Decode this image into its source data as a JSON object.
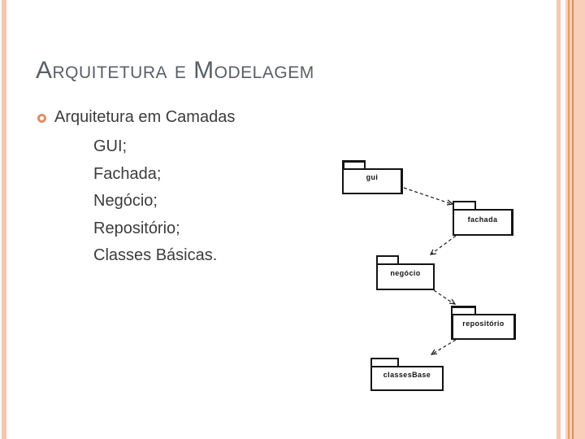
{
  "slide": {
    "title": "Arquitetura e Modelagem",
    "bullet_text": "Arquitetura em Camadas",
    "sub_items": [
      "GUI;",
      "Fachada;",
      "Negócio;",
      "Repositório;",
      "Classes Básicas."
    ]
  },
  "diagram": {
    "type": "uml-package-diagram",
    "packages": [
      {
        "name": "gui"
      },
      {
        "name": "fachada"
      },
      {
        "name": "negócio"
      },
      {
        "name": "repositório"
      },
      {
        "name": "classesBase"
      }
    ],
    "connections": [
      {
        "from": "gui",
        "to": "fachada",
        "style": "dashed-arrow"
      },
      {
        "from": "fachada",
        "to": "negócio",
        "style": "dashed-arrow"
      },
      {
        "from": "negócio",
        "to": "repositório",
        "style": "dashed-arrow"
      },
      {
        "from": "repositório",
        "to": "classesBase",
        "style": "dashed-arrow"
      }
    ]
  },
  "colors": {
    "left_stripe": "#f5c5ac",
    "right_band": "#f9cfba",
    "right_pinstripe_1": "#e59a63",
    "right_pinstripe_2": "#de9055",
    "title_gray": "#595f66",
    "body_text": "#3c3c3c",
    "bullet_ring": "#dd8f63",
    "diagram_line": "#141414"
  }
}
